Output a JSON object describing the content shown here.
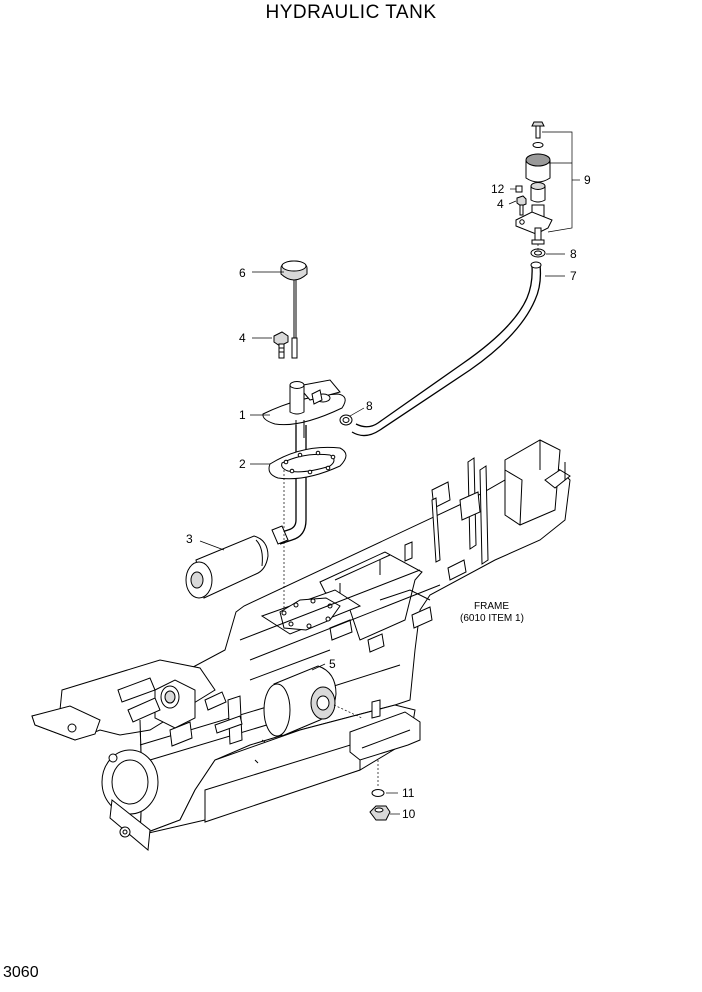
{
  "title": "HYDRAULIC TANK",
  "page_number": "3060",
  "frame_label": {
    "line1": "FRAME",
    "line2": "(6010 ITEM 1)"
  },
  "callouts": {
    "c1": "1",
    "c2": "2",
    "c3": "3",
    "c4a": "4",
    "c4b": "4",
    "c5": "5",
    "c6": "6",
    "c7": "7",
    "c8a": "8",
    "c8b": "8",
    "c9": "9",
    "c10": "10",
    "c11": "11",
    "c12": "12"
  }
}
